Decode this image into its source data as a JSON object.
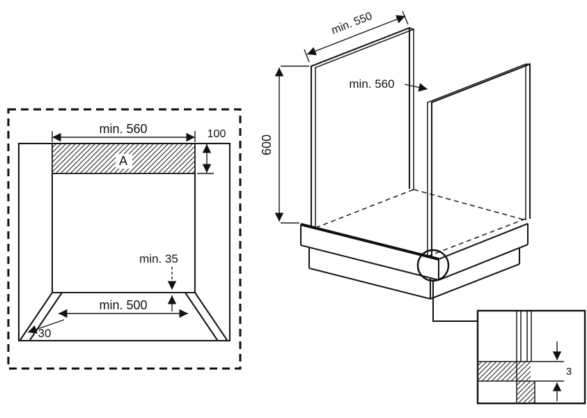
{
  "figure": {
    "colors": {
      "line": "#171717",
      "background": "#ffffff"
    },
    "front_view": {
      "dim_top_width": "min. 560",
      "dim_recess_height": "100",
      "area_label": "A",
      "dim_rear": "min. 35",
      "dim_floor_width": "min. 500",
      "dim_corner": "30"
    },
    "iso_view": {
      "dim_top_depth": "min. 550",
      "dim_inner_depth": "min. 560",
      "dim_height": "600"
    },
    "detail_view": {
      "dim_gap": "3"
    }
  }
}
